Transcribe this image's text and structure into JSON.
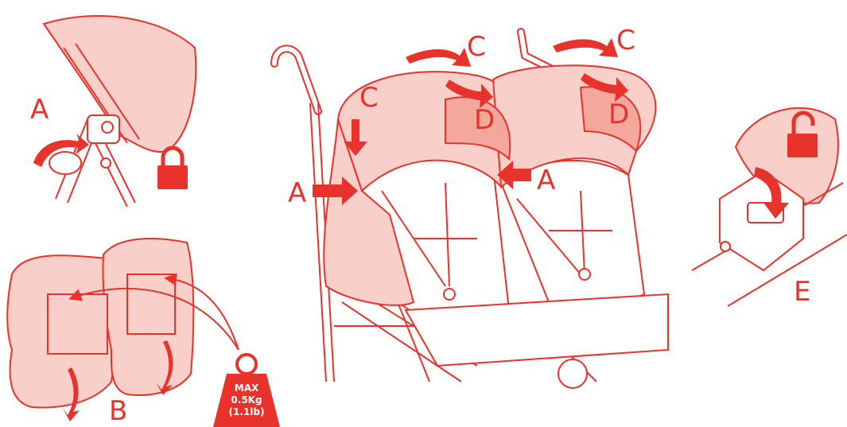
{
  "colors": {
    "accent": "#e8322c",
    "fill_light": "#f9d0c9",
    "fill_mid": "#f4a89c",
    "white": "#ffffff"
  },
  "labels": {
    "panel1_a": "A",
    "panel2_b": "B",
    "main_a_left": "A",
    "main_a_right": "A",
    "main_c_canopy": "C",
    "main_c_top_left": "C",
    "main_c_top_right": "C",
    "main_d_left": "D",
    "main_d_right": "D",
    "panel4_e": "E"
  },
  "weight_badge": {
    "line1": "MAX",
    "line2": "0.5Kg",
    "line3": "(1.1lb)"
  },
  "icons": {
    "lock": "lock-closed-icon",
    "unlock": "lock-open-icon"
  }
}
